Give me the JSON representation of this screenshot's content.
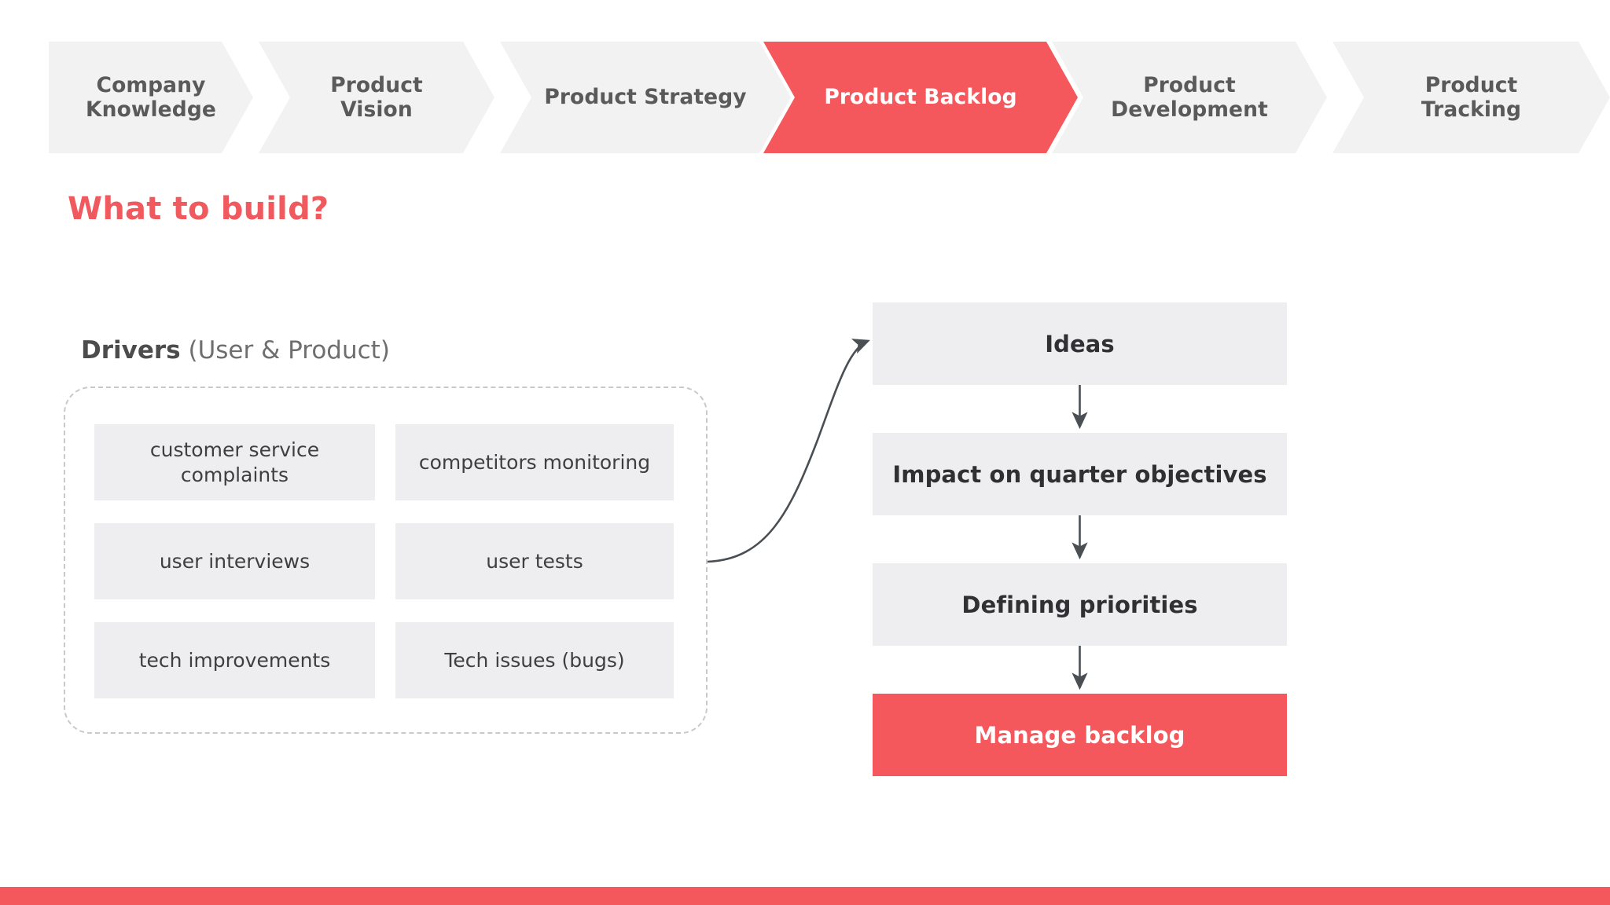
{
  "theme": {
    "accent": "#f4585c",
    "title_accent": "#f05a5e",
    "box_gray": "#eeeef0",
    "chevron_gray": "#f2f2f2",
    "text_dark": "#3f3f43",
    "text_muted": "#5a5a5a",
    "dashed_border": "#c9c9c9",
    "arrow_stroke": "#4a4f54",
    "page_background": "#ffffff"
  },
  "process_nav": {
    "steps": [
      {
        "label": "Company\nKnowledge",
        "active": false
      },
      {
        "label": "Product\nVision",
        "active": false
      },
      {
        "label": "Product Strategy",
        "active": false
      },
      {
        "label": "Product Backlog",
        "active": true
      },
      {
        "label": "Product\nDevelopment",
        "active": false
      },
      {
        "label": "Product\nTracking",
        "active": false
      }
    ]
  },
  "section": {
    "title": "What to build?"
  },
  "drivers": {
    "heading_strong": "Drivers",
    "heading_light": " (User & Product)",
    "items": [
      {
        "label": "customer service\ncomplaints"
      },
      {
        "label": "competitors monitoring"
      },
      {
        "label": "user interviews"
      },
      {
        "label": "user tests"
      },
      {
        "label": "tech improvements"
      },
      {
        "label": "Tech issues (bugs)"
      }
    ]
  },
  "flow": {
    "steps": [
      {
        "label": "Ideas",
        "accent": false
      },
      {
        "label": "Impact on quarter objectives",
        "accent": false
      },
      {
        "label": "Defining priorities",
        "accent": false
      },
      {
        "label": "Manage backlog",
        "accent": true
      }
    ],
    "connector_from_drivers": "curved-arrow"
  },
  "footer": {
    "bar_color": "#f4585c"
  }
}
